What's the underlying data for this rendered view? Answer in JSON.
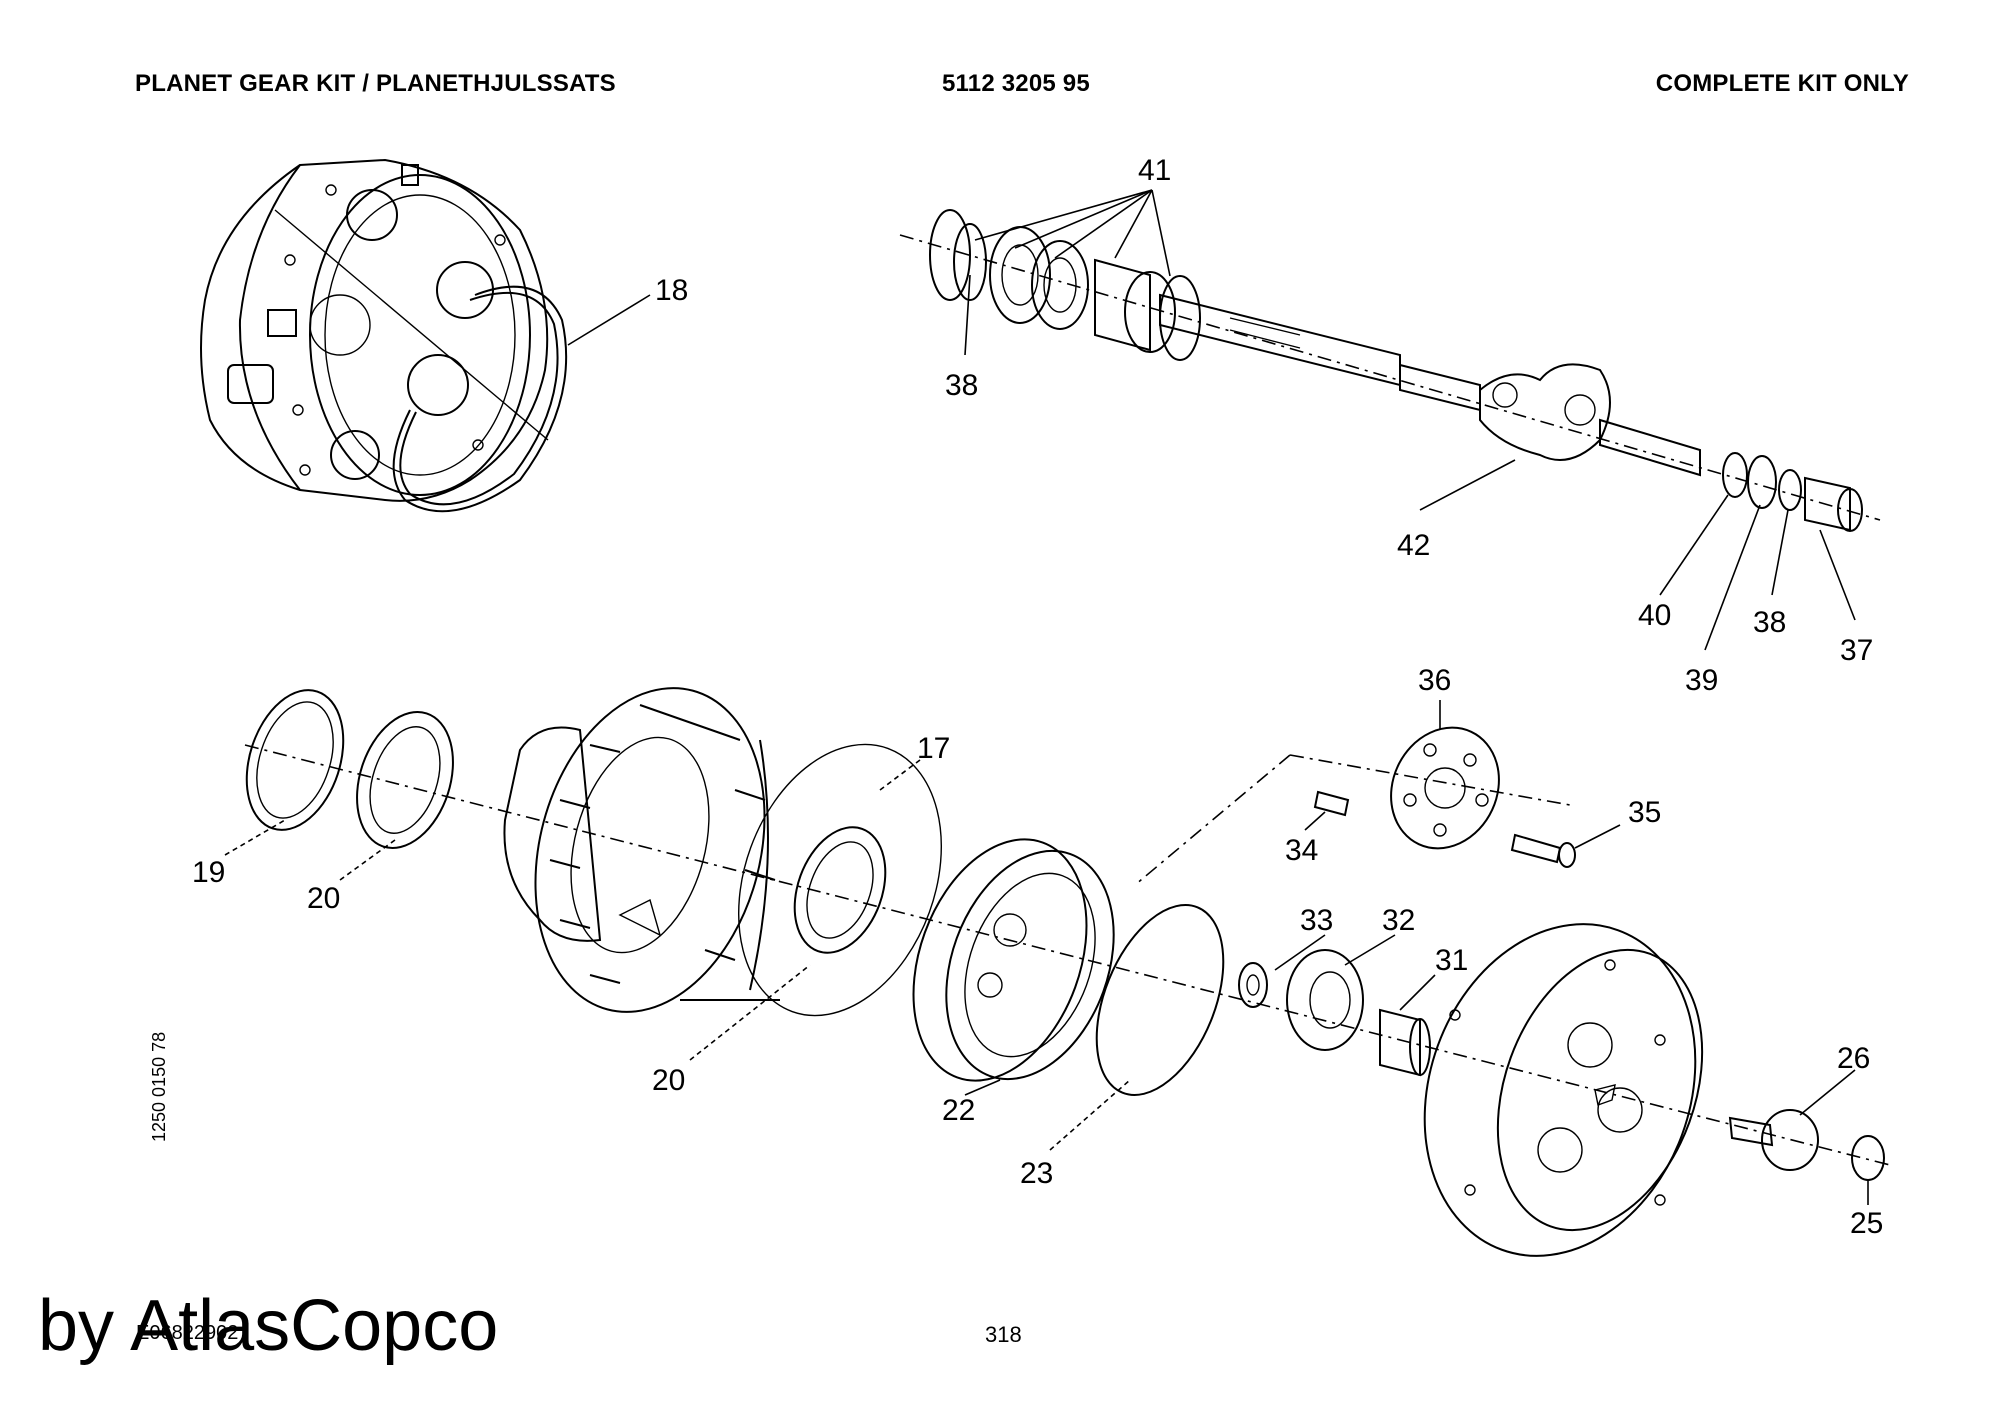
{
  "header": {
    "title": "PLANET GEAR KIT / PLANETHJULSSATS",
    "part_number": "5112 3205 95",
    "note": "COMPLETE KIT ONLY"
  },
  "callouts": [
    "41",
    "18",
    "38",
    "42",
    "40",
    "39",
    "38",
    "37",
    "36",
    "17",
    "35",
    "34",
    "19",
    "20",
    "33",
    "32",
    "31",
    "26",
    "20",
    "22",
    "23",
    "25"
  ],
  "footer": {
    "document_code": "1250 0150 78",
    "reference": "E06822902",
    "brand": "by AtlasCopco",
    "page": "318"
  }
}
